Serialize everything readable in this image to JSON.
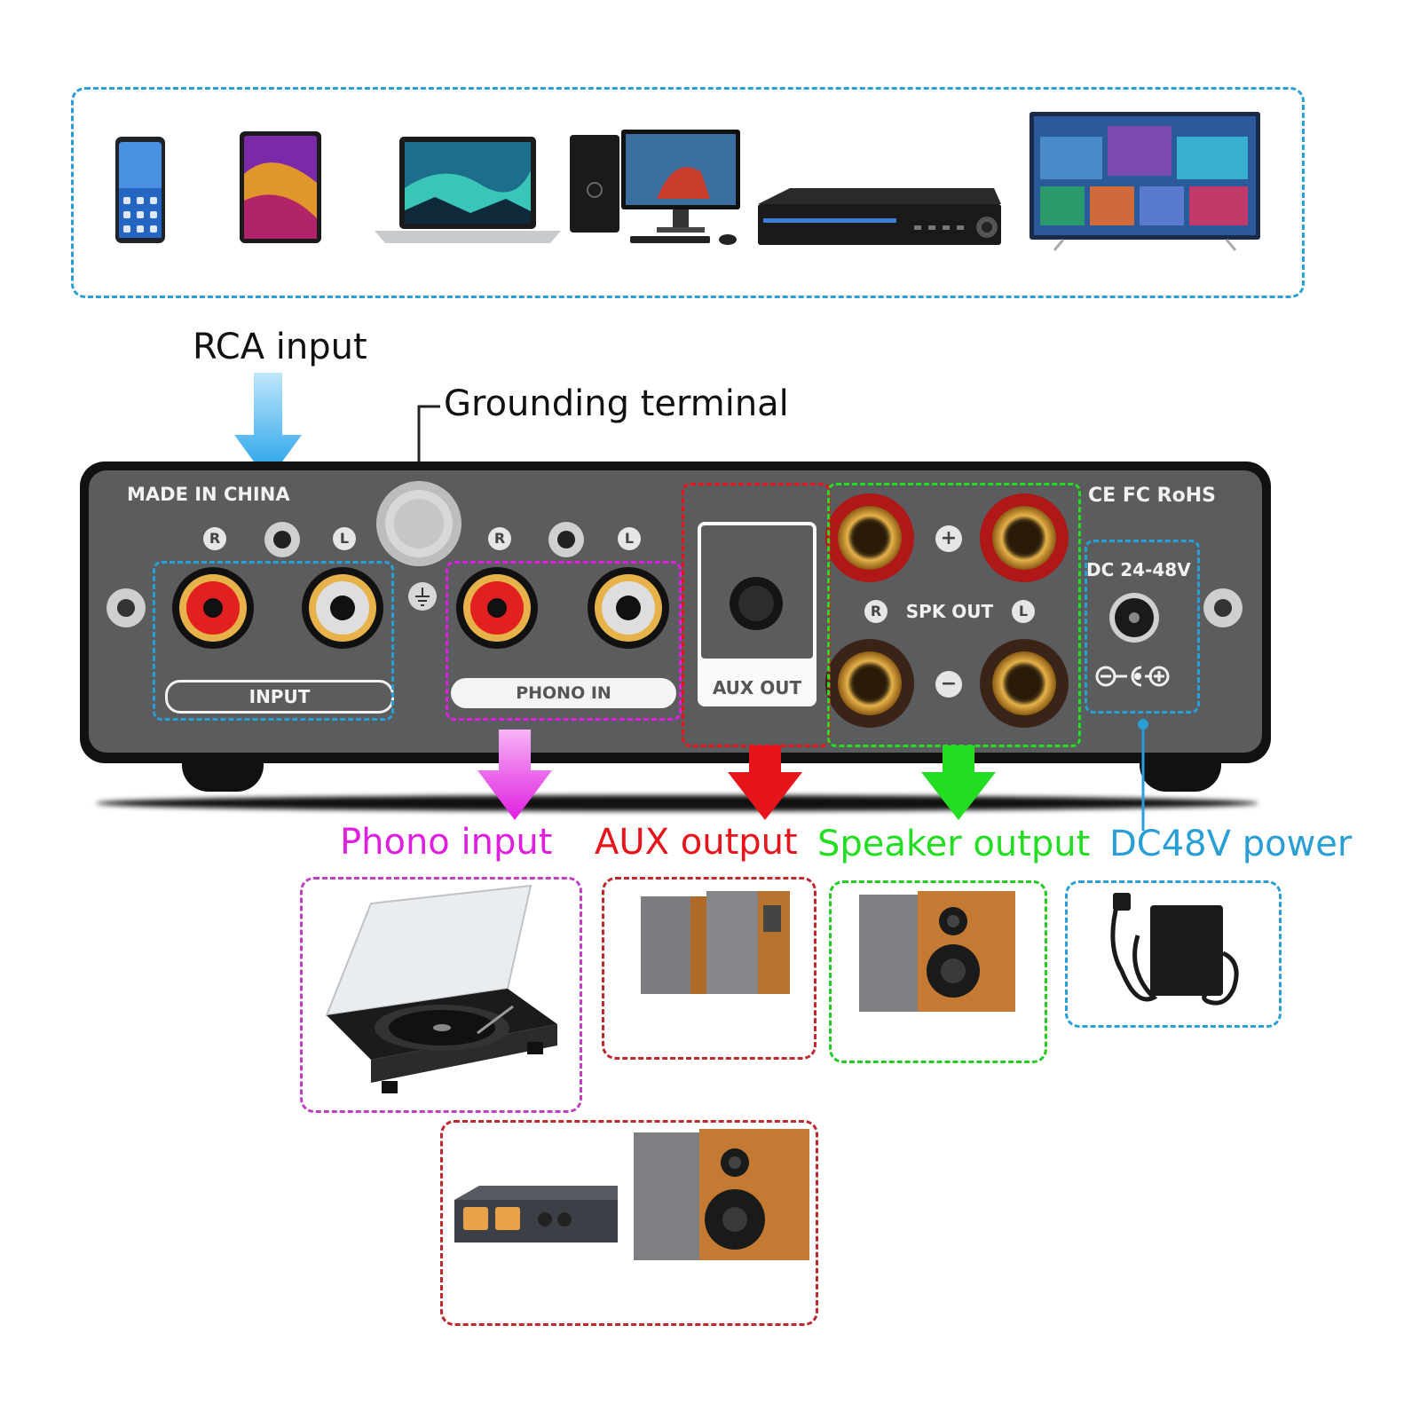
{
  "source_devices": [
    {
      "icon": "smartphone-icon"
    },
    {
      "icon": "tablet-icon"
    },
    {
      "icon": "laptop-icon"
    },
    {
      "icon": "desktop-computer-icon"
    },
    {
      "icon": "dvd-player-icon"
    },
    {
      "icon": "smart-tv-icon"
    }
  ],
  "callouts": {
    "rca_input": "RCA input",
    "grounding_terminal": "Grounding terminal",
    "phono_input": "Phono input",
    "aux_output": "AUX output",
    "speaker_output": "Speaker output",
    "dc_power": "DC48V power"
  },
  "panel": {
    "made_in": "MADE IN CHINA",
    "input_label": "INPUT",
    "phono_label": "PHONO IN",
    "aux_label": "AUX OUT",
    "spk_label": "SPK OUT",
    "dc_label": "DC 24-48V",
    "cert": "CE FC RoHS",
    "r": "R",
    "l": "L",
    "plus": "+",
    "minus": "−"
  },
  "colors": {
    "blue": "#2a9fd6",
    "magenta": "#e01ee0",
    "red": "#e8141c",
    "green": "#22dd22",
    "panel": "#5a5c5e"
  },
  "targets": {
    "phono": "turntable-icon",
    "aux": "powered-speakers-icon",
    "speaker": "passive-speaker-icon",
    "power": "power-adapter-icon",
    "aux_alt": "amplifier-with-speaker-icon"
  }
}
